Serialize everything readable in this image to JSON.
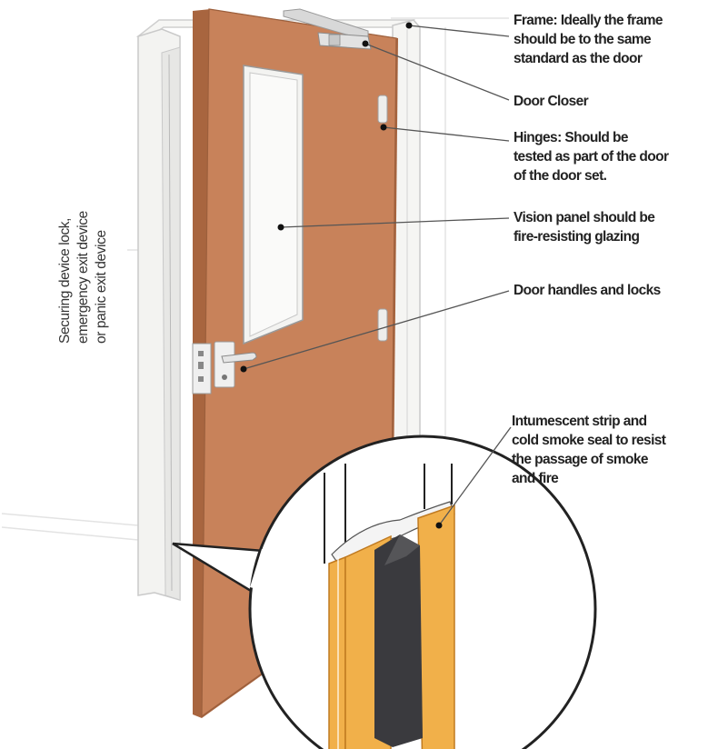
{
  "labels": {
    "frame": {
      "title": "Frame:",
      "lines": [
        "Ideally the frame",
        "should be to the same",
        "standard as the door"
      ]
    },
    "door_closer": {
      "title": "Door Closer"
    },
    "hinges": {
      "title": "Hinges:",
      "lines": [
        "Should be",
        "tested as part of the door",
        "of the door set."
      ]
    },
    "vision_panel": {
      "lines": [
        "Vision panel should be",
        "fire-resisting glazing"
      ]
    },
    "handles": {
      "lines": [
        "Door handles and locks"
      ]
    },
    "intumescent": {
      "lines": [
        "Intumescent strip and",
        "cold smoke seal to resist",
        "the passage of smoke",
        "and fire"
      ]
    },
    "securing": {
      "lines": [
        "Securing device lock,",
        "emergency exit device",
        "or panic exit device"
      ]
    }
  },
  "colors": {
    "door": "#c8825a",
    "door_edge": "#a8653f",
    "frame": "#f2f2f0",
    "glass": "#f4f4f2",
    "intumescent": "#f1b04a",
    "seal": "#3a3a3e",
    "leader": "#555555"
  }
}
